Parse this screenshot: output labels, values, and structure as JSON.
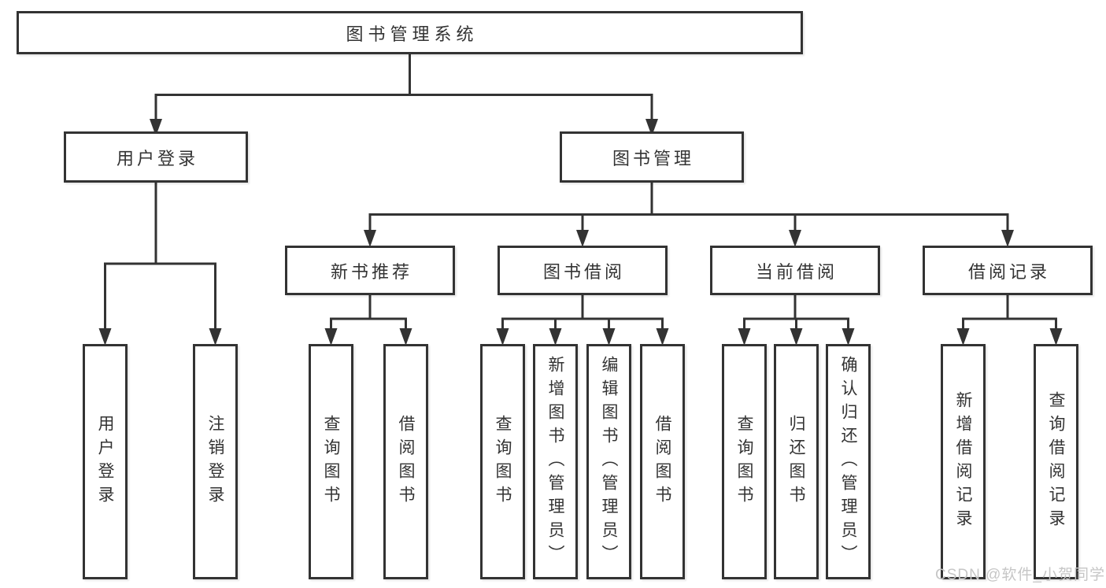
{
  "diagram": {
    "root": {
      "label": "图书管理系统"
    },
    "groups": [
      {
        "label": "用户登录",
        "children": [
          {
            "label": "用户登录"
          },
          {
            "label": "注销登录"
          }
        ]
      },
      {
        "label": "图书管理",
        "subgroups": [
          {
            "label": "新书推荐",
            "children": [
              {
                "label": "查询图书"
              },
              {
                "label": "借阅图书"
              }
            ]
          },
          {
            "label": "图书借阅",
            "children": [
              {
                "label": "查询图书"
              },
              {
                "label": "新增图书（管理员）"
              },
              {
                "label": "编辑图书（管理员）"
              },
              {
                "label": "借阅图书"
              }
            ]
          },
          {
            "label": "当前借阅",
            "children": [
              {
                "label": "查询图书"
              },
              {
                "label": "归还图书"
              },
              {
                "label": "确认归还（管理员）"
              }
            ]
          },
          {
            "label": "借阅记录",
            "children": [
              {
                "label": "新增借阅记录"
              },
              {
                "label": "查询借阅记录"
              }
            ]
          }
        ]
      }
    ]
  },
  "watermark": {
    "text": "CSDN @软件_小贺同学"
  },
  "colors": {
    "line": "#333333",
    "box_border": "#333333",
    "box_fill": "#ffffff",
    "text": "#333333",
    "watermark": "#c6c6c6",
    "background": "#ffffff"
  }
}
